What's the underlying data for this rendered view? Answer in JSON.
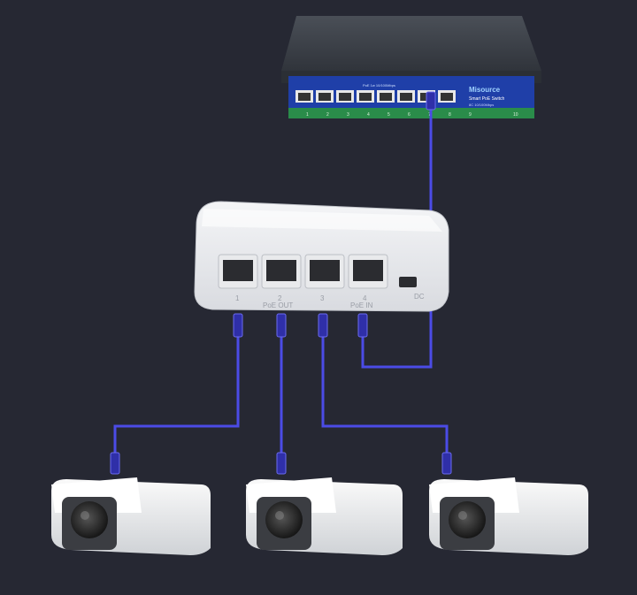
{
  "switch": {
    "brand": "Misource",
    "model": "Smart PoE Switch",
    "spec": "8C 10/100Mbps",
    "header_label": "PoE 1w 10/100Mbps",
    "port_numbers": [
      "1",
      "2",
      "3",
      "4",
      "5",
      "6",
      "7",
      "8",
      "9",
      "10"
    ],
    "colors": {
      "body": "#3a3f47",
      "face": "#1f3fa8",
      "stripe": "#2a8c4a"
    }
  },
  "extender": {
    "label_poe_out": "PoE OUT",
    "label_poe_in": "PoE IN",
    "label_dc": "DC",
    "port_numbers": [
      "1",
      "2",
      "3",
      "4"
    ]
  },
  "cable_color": "#4a4ae0",
  "cameras": [
    {
      "id": "camera-1"
    },
    {
      "id": "camera-2"
    },
    {
      "id": "camera-3"
    }
  ]
}
